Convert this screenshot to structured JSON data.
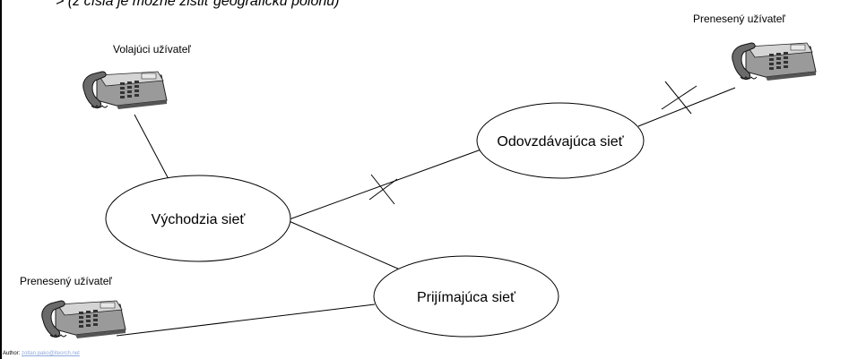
{
  "note": "> (z čísla je možné zistiť geografickú polohu)",
  "labels": {
    "calling_user": "Volajúci užívateľ",
    "ported_user_top": "Prenesený užívateľ",
    "ported_user_bottom": "Prenesený užívateľ"
  },
  "nodes": {
    "origin": "Východzia sieť",
    "donor": "Odovzdávajúca sieť",
    "recipient": "Prijímajúca sieť"
  },
  "author": {
    "prefix": "Author:",
    "email": "zoltan.pako@iteorch.net"
  },
  "icons": {
    "phone": "desk-phone-icon",
    "blocked": "cross-mark-icon"
  }
}
